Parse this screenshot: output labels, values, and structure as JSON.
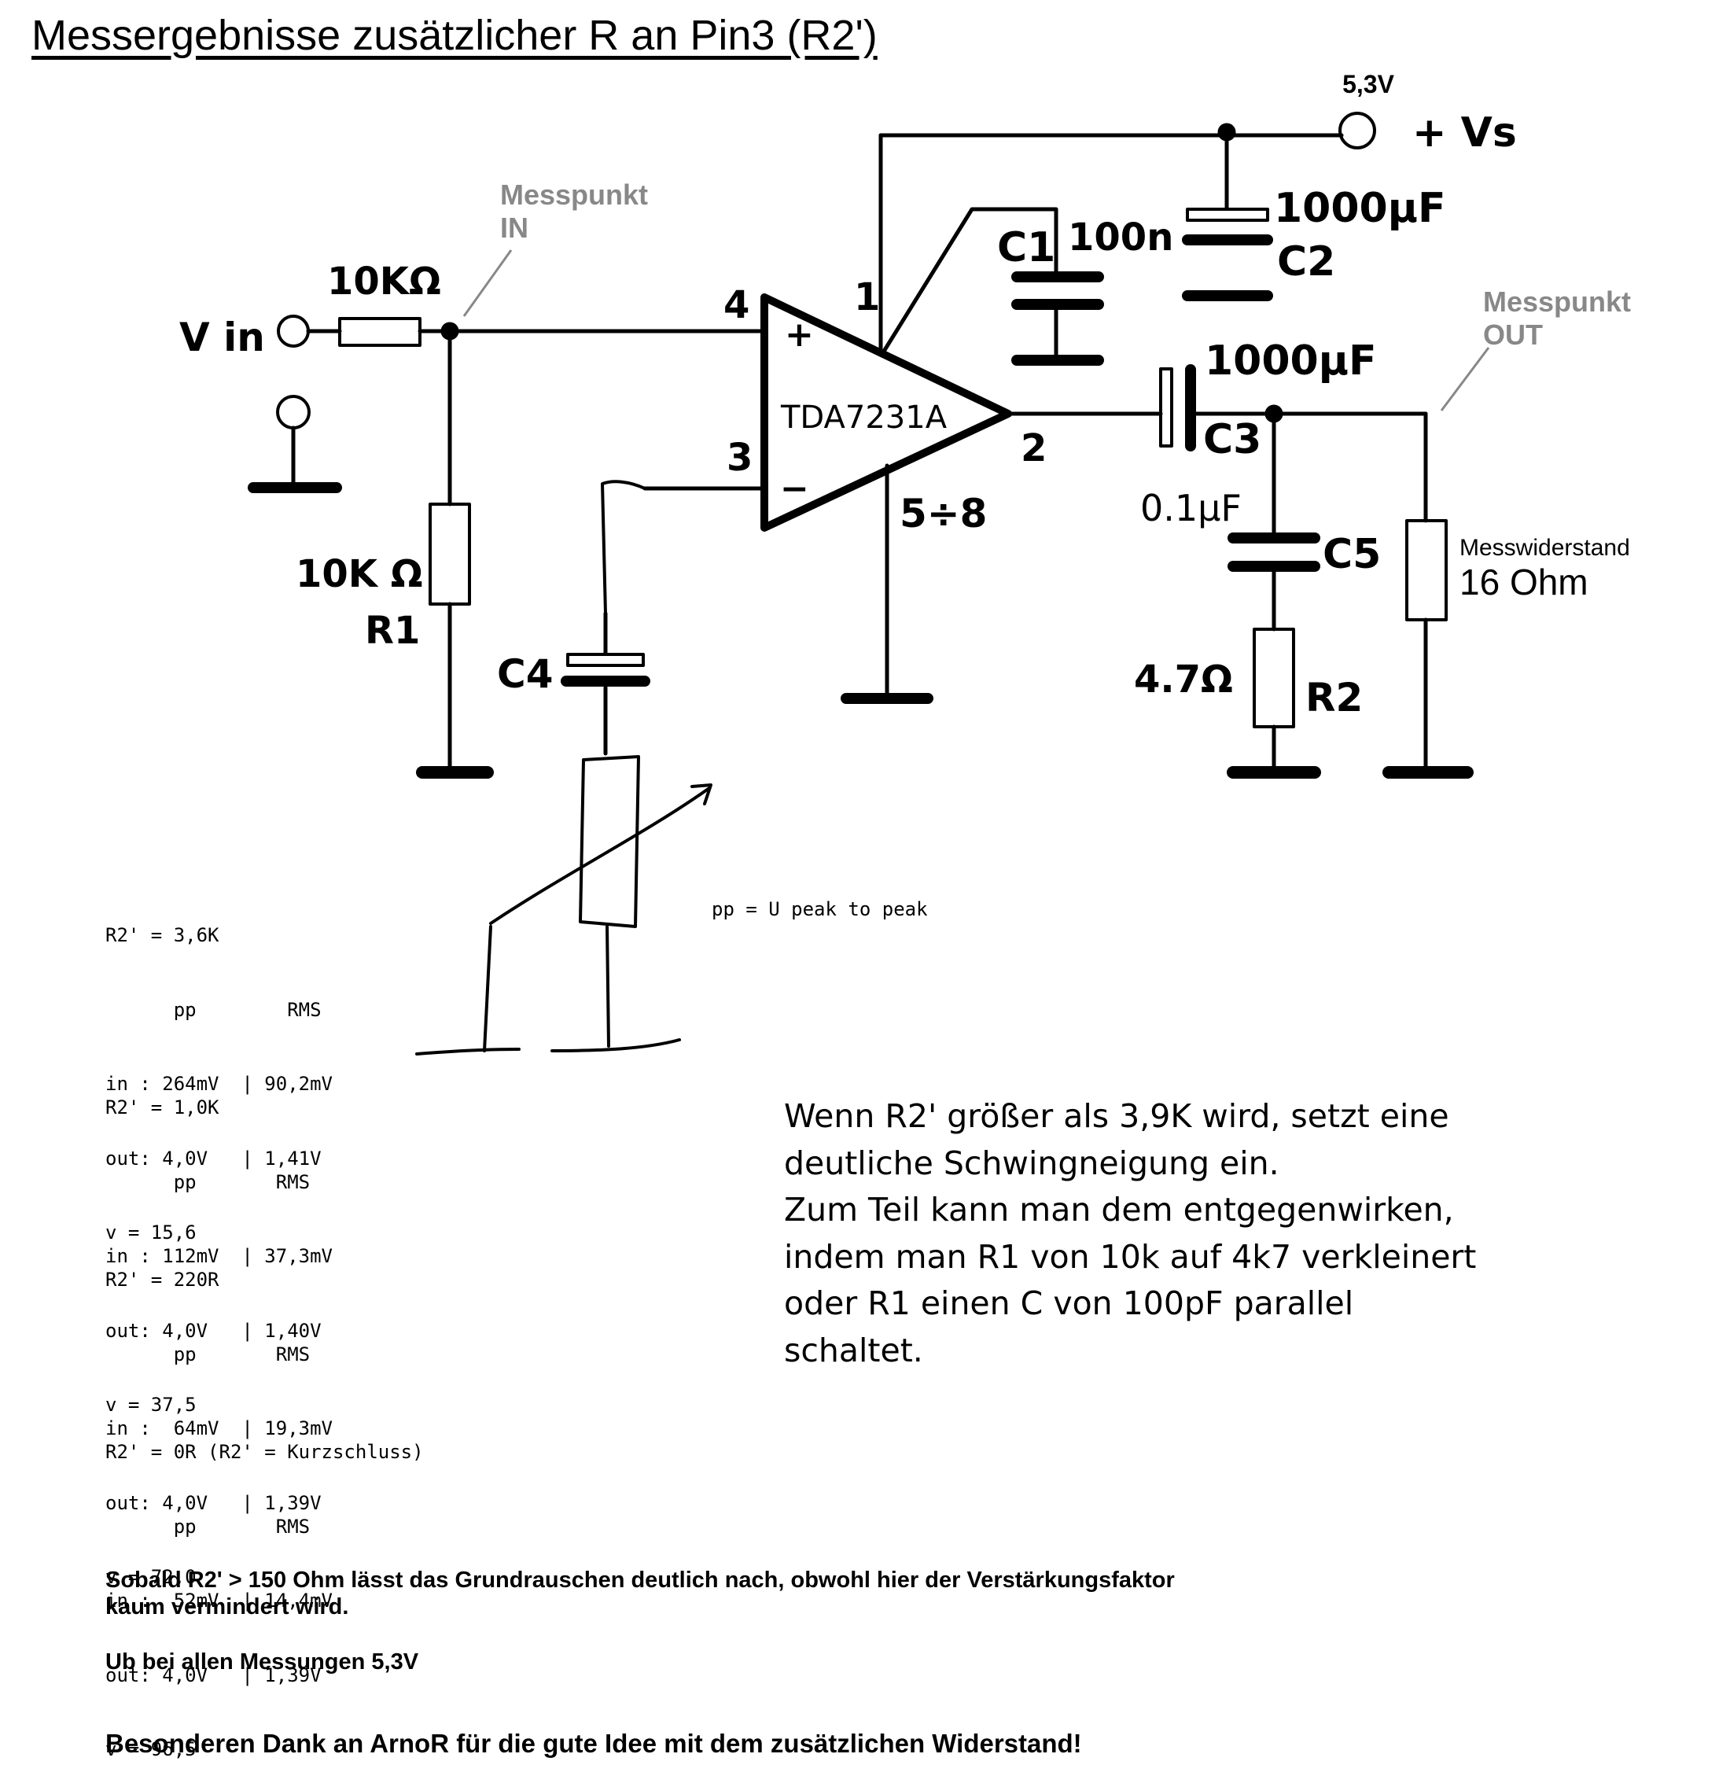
{
  "title": "Messergebnisse zusätzlicher R an Pin3 (R2')",
  "schematic": {
    "supply_voltage": "5,3V",
    "supply_label": "+ Vs",
    "vin_label": "V in",
    "probe_in": [
      "Messpunkt",
      "IN"
    ],
    "probe_out": [
      "Messpunkt",
      "OUT"
    ],
    "ic_name": "TDA7231A",
    "pins": {
      "p4": "4",
      "p1": "1",
      "p3": "3",
      "p2": "2",
      "p58": "5÷8",
      "plus": "+",
      "minus": "−"
    },
    "r_in_value": "10KΩ",
    "r1_value": "10K Ω",
    "r1_name": "R1",
    "c1_name": "C1",
    "c1_value": "100n",
    "c2_value": "1000µF",
    "c2_name": "C2",
    "c3_value": "1000µF",
    "c3_name": "C3",
    "c5_value": "0.1µF",
    "c5_name": "C5",
    "r2_value": "4.7Ω",
    "r2_name": "R2",
    "c4_name": "C4",
    "load_label": [
      "Messwiderstand",
      "16 Ohm"
    ]
  },
  "measurements": [
    {
      "head": "R2' = 3,6K",
      "cols": "      pp        RMS",
      "in": "in : 264mV  | 90,2mV",
      "out": "out: 4,0V   | 1,41V",
      "v": "v = 15,6"
    },
    {
      "head": "R2' = 1,0K",
      "cols": "      pp       RMS",
      "in": "in : 112mV  | 37,3mV",
      "out": "out: 4,0V   | 1,40V",
      "v": "v = 37,5"
    },
    {
      "head": "R2' = 220R",
      "cols": "      pp       RMS",
      "in": "in :  64mV  | 19,3mV",
      "out": "out: 4,0V   | 1,39V",
      "v": "v = 72,0"
    },
    {
      "head": "R2' = 0R (R2' = Kurzschluss)",
      "cols": "      pp       RMS",
      "in": "in :  52mV  | 14,4mV",
      "out": "out: 4,0V   | 1,39V",
      "v": "v = 96,5"
    }
  ],
  "pp_note": "pp = U peak to peak",
  "paragraph": [
    "Wenn R2' größer als 3,9K wird, setzt eine",
    "deutliche Schwingneigung ein.",
    "Zum Teil kann man dem entgegenwirken,",
    "indem man R1 von 10k auf 4k7 verkleinert",
    "oder R1 einen C von 100pF parallel",
    "schaltet."
  ],
  "note1": [
    "Sobald R2' > 150 Ohm lässt das Grundrauschen deutlich nach, obwohl hier der Verstärkungsfaktor",
    "kaum vermindert wird."
  ],
  "note2": "Ub bei allen Messungen 5,3V",
  "thanks": "Besonderen Dank an ArnoR für die gute Idee mit dem zusätzlichen Widerstand!"
}
